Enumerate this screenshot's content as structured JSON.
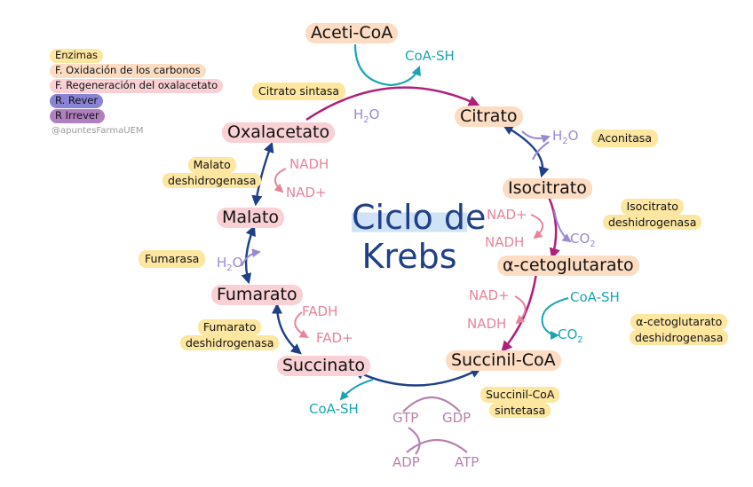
{
  "colors": {
    "yellow": "#fde6a0",
    "orange": "#fddcc4",
    "pink": "#f9d0d4",
    "blue": "#8a83d6",
    "purple": "#b07fc0",
    "navy": "#1f3f88",
    "magenta": "#b0207a",
    "teal": "#1aa4b4",
    "rose": "#e8839a",
    "lavender": "#9b88d4",
    "mauve": "#b683ad"
  },
  "legend": {
    "enzimas": "Enzimas",
    "oxidacion": "F. Oxidación de los carbonos",
    "regeneracion": "F. Regeneración del oxalacetato",
    "rever": "R. Rever",
    "irrever": "R Irrever",
    "credit": "@apuntesFarmaUEM"
  },
  "title": {
    "line1": "Ciclo de",
    "line2": "Krebs"
  },
  "metabolites": {
    "acetil": "Aceti-CoA",
    "citrato": "Citrato",
    "isocitrato": "Isocitrato",
    "akg": "α-cetoglutarato",
    "succinilcoa": "Succinil-CoA",
    "succinato": "Succinato",
    "fumarato": "Fumarato",
    "malato": "Malato",
    "oxalacetato": "Oxalacetato"
  },
  "enzymes": {
    "citrato_sintasa": "Citrato sintasa",
    "aconitasa": "Aconitasa",
    "isocitrato_dh_1": "Isocitrato",
    "isocitrato_dh_2": "deshidrogenasa",
    "akg_dh_1": "α-cetoglutarato",
    "akg_dh_2": "deshidrogenasa",
    "succinil_sint_1": "Succinil-CoA",
    "succinil_sint_2": "sintetasa",
    "fumarato_dh_1": "Fumarato",
    "fumarato_dh_2": "deshidrogenasa",
    "fumarasa": "Fumarasa",
    "malato_dh_1": "Malato",
    "malato_dh_2": "deshidrogenasa"
  },
  "cofactors": {
    "coash_1": "CoA-SH",
    "h2o_1": "H",
    "h2o_1_sub": "2",
    "h2o_1_o": "O",
    "h2o_2": "H",
    "h2o_2_sub": "2",
    "h2o_2_o": "O",
    "nadp_1": "NAD+",
    "nadh_1": "NADH",
    "co2_1": "CO",
    "co2_1_sub": "2",
    "nadp_2": "NAD+",
    "nadh_2": "NADH",
    "coash_2": "CoA-SH",
    "co2_2": "CO",
    "co2_2_sub": "2",
    "coash_3": "CoA-SH",
    "gtp": "GTP",
    "gdp": "GDP",
    "adp": "ADP",
    "atp": "ATP",
    "fadh": "FADH",
    "fadp": "FAD+",
    "h2o_3": "H",
    "h2o_3_sub": "2",
    "h2o_3_o": "O",
    "nadh_3": "NADH",
    "nadp_3": "NAD+"
  }
}
